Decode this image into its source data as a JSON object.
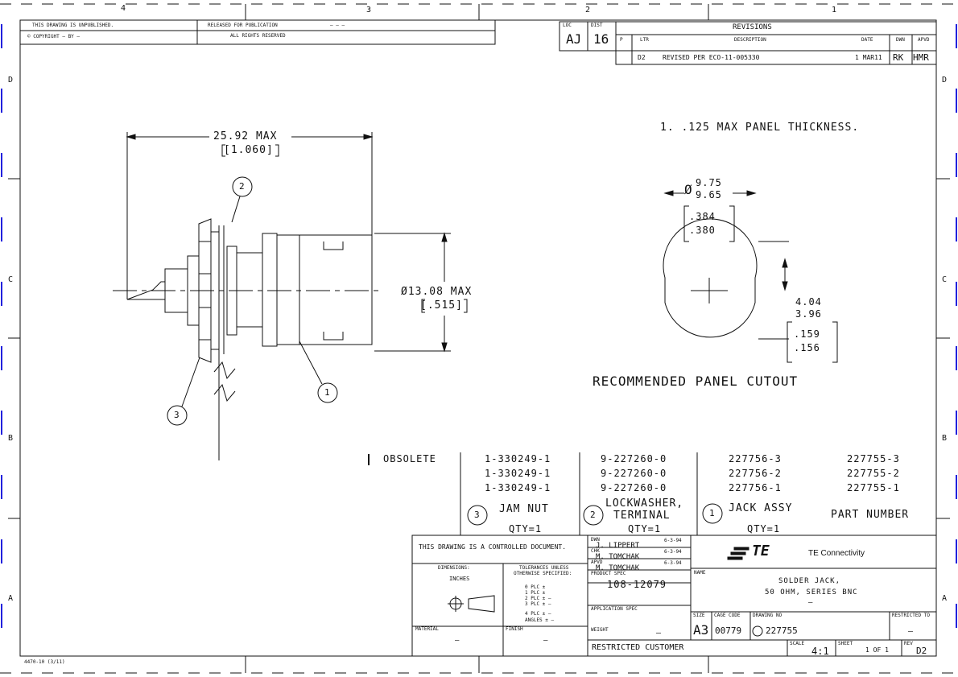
{
  "zones": {
    "columns": [
      "4",
      "3",
      "2",
      "1"
    ],
    "rows": [
      "D",
      "C",
      "B",
      "A"
    ]
  },
  "header": {
    "unpublished": "THIS DRAWING IS UNPUBLISHED.",
    "released": "RELEASED FOR PUBLICATION",
    "copyright": "© COPYRIGHT –     BY –",
    "rights": "ALL RIGHTS RESERVED",
    "dash": "– – –"
  },
  "loc": {
    "label": "LOC",
    "value": "AJ"
  },
  "dist": {
    "label": "DIST",
    "value": "16"
  },
  "revisions": {
    "title": "REVISIONS",
    "col_p": "P",
    "col_ltr": "LTR",
    "col_desc": "DESCRIPTION",
    "col_date": "DATE",
    "col_dwn": "DWN",
    "col_apvd": "APVD",
    "row_ltr": "D2",
    "row_desc": "REVISED PER ECO-11-005330",
    "row_date": "1 MAR11",
    "row_dwn": "RK",
    "row_apvd": "HMR"
  },
  "drawing": {
    "dim_length": "25.92 MAX",
    "dim_length_in": "[1.060]",
    "dim_diameter": "Ø13.08 MAX",
    "dim_diameter_in": "[.515]",
    "balloon1": "1",
    "balloon2": "2",
    "balloon3": "3",
    "panel_thickness": "1.  .125 MAX PANEL THICKNESS.",
    "cutout_dia_top": "9.75",
    "cutout_dia_bot": "9.65",
    "cutout_dia_in_top": ".384",
    "cutout_dia_in_bot": ".380",
    "flat_top": "4.04",
    "flat_bot": "3.96",
    "flat_in_top": ".159",
    "flat_in_bot": ".156",
    "cutout_title": "RECOMMENDED PANEL CUTOUT"
  },
  "bom": {
    "obsolete": "OBSOLETE",
    "rows": [
      [
        "1-330249-1",
        "9-227260-0",
        "227756-3",
        "227755-3"
      ],
      [
        "1-330249-1",
        "9-227260-0",
        "227756-2",
        "227755-2"
      ],
      [
        "1-330249-1",
        "9-227260-0",
        "227756-1",
        "227755-1"
      ]
    ],
    "item3_no": "3",
    "item3_name": "JAM NUT",
    "item3_qty": "QTY=1",
    "item2_no": "2",
    "item2_name1": "LOCKWASHER,",
    "item2_name2": "TERMINAL",
    "item2_qty": "QTY=1",
    "item1_no": "1",
    "item1_name": "JACK ASSY",
    "item1_qty": "QTY=1",
    "part_number": "PART NUMBER"
  },
  "title_block": {
    "controlled": "THIS DRAWING IS A CONTROLLED DOCUMENT.",
    "dimensions": "DIMENSIONS:",
    "units": "INCHES",
    "tolerances1": "TOLERANCES UNLESS",
    "tolerances2": "OTHERWISE SPECIFIED:",
    "tol_rows": [
      "0 PLC    ±",
      "1 PLC    ±",
      "2 PLC    ± –",
      "3 PLC    ± –",
      "4 PLC    ± –",
      "ANGLES    ± –"
    ],
    "material": "MATERIAL",
    "material_val": "–",
    "finish": "FINISH",
    "finish_val": "–",
    "dwn_label": "DWN",
    "dwn_name": "J. LIPPERT",
    "dwn_date": "6-3-94",
    "chk_label": "CHK",
    "chk_name": "M. TOMCHAK",
    "chk_date": "6-3-94",
    "apvd_label": "APVD",
    "apvd_name": "M. TOMCHAK",
    "apvd_date": "6-3-94",
    "product_spec_label": "PRODUCT SPEC",
    "product_spec": "108-12079",
    "application_spec_label": "APPLICATION SPEC",
    "weight_label": "WEIGHT",
    "weight_val": "–",
    "company": "TE Connectivity",
    "logo": "TE",
    "name_label": "NAME",
    "name_line1": "SOLDER JACK,",
    "name_line2": "50 OHM, SERIES BNC",
    "name_line3": "–",
    "size_label": "SIZE",
    "size_val": "A3",
    "cage_label": "CAGE CODE",
    "cage_val": "00779",
    "dwg_no_label": "DRAWING NO",
    "dwg_no": "227755",
    "restricted_to_label": "RESTRICTED TO",
    "restricted_to_val": "–",
    "restricted_customer": "RESTRICTED CUSTOMER",
    "scale_label": "SCALE",
    "scale_val": "4:1",
    "sheet_label": "SHEET",
    "sheet_val": "1 OF 1",
    "rev_label": "REV",
    "rev_val": "D2"
  },
  "footer": {
    "form": "4470-10  (3/11)"
  }
}
